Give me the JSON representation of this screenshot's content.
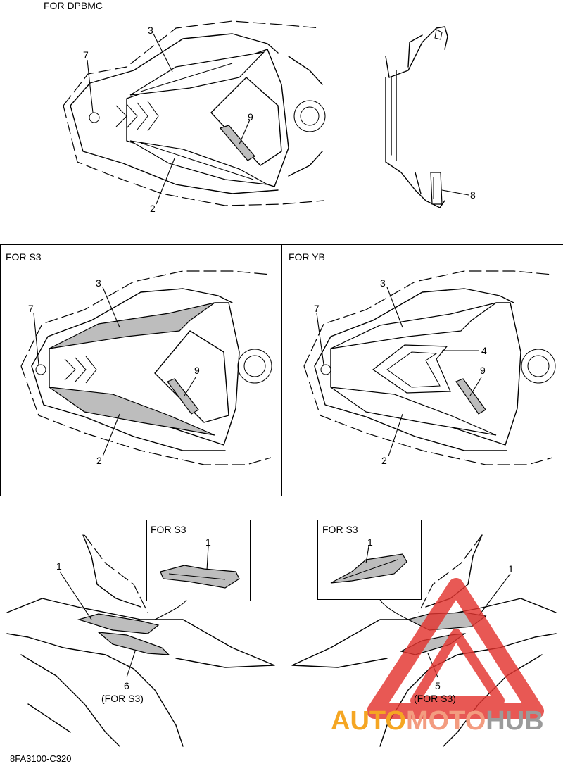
{
  "top_section": {
    "title": "FOR DPBMC",
    "callouts": [
      "3",
      "7",
      "9",
      "2",
      "8"
    ]
  },
  "left_panel": {
    "title": "FOR S3",
    "callouts": [
      "3",
      "7",
      "9",
      "2"
    ]
  },
  "right_panel": {
    "title": "FOR YB",
    "callouts": [
      "3",
      "7",
      "4",
      "9",
      "2"
    ]
  },
  "bottom_left": {
    "inset_title": "FOR S3",
    "inset_callout": "1",
    "callout_1": "1",
    "callout_6": "6",
    "callout_6_note": "(FOR S3)"
  },
  "bottom_right": {
    "inset_title": "FOR S3",
    "inset_callout": "1",
    "callout_1": "1",
    "callout_5": "5",
    "callout_5_note": "(FOR S3)"
  },
  "watermark": {
    "text_part1": "AUTO",
    "text_part2": "MOTO",
    "text_part3": "HUB",
    "color_red": "#e3342f",
    "color_orange": "#f5a623",
    "color_grey": "#9b9b9b"
  },
  "footer": {
    "code": "8FA3100-C320"
  }
}
